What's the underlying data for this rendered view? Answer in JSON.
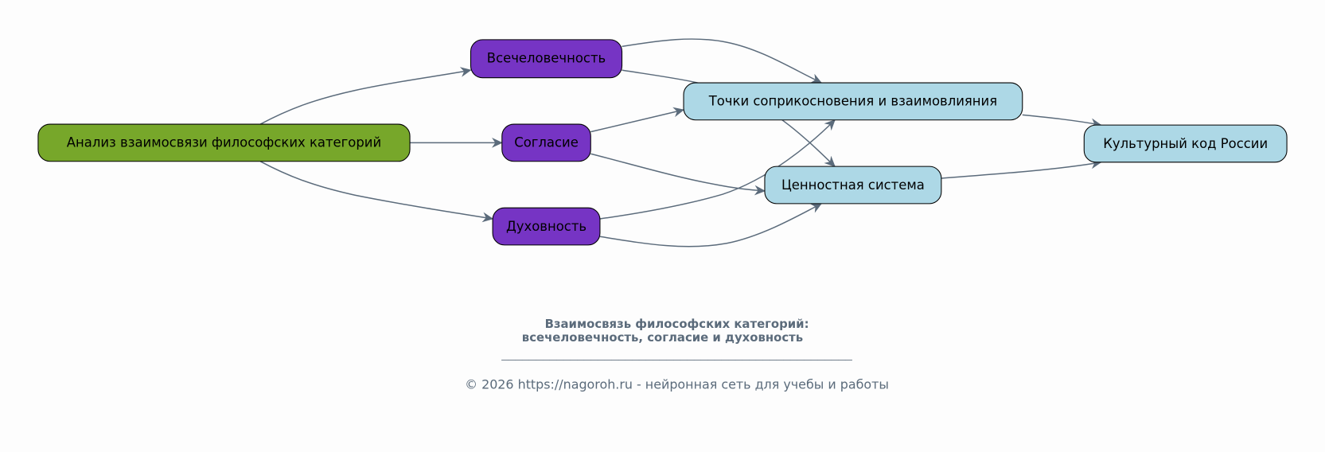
{
  "colors": {
    "root": "#77a72a",
    "category": "#7634c4",
    "result": "#add8e6",
    "edge": "#5b6b7b",
    "caption": "#5b6b7b"
  },
  "nodes": {
    "root": "Анализ взаимосвязи философских категорий",
    "vsechelovechnost": "Всечеловечность",
    "soglasie": "Согласие",
    "dukhovnost": "Духовность",
    "tochki": "Точки соприкосновения и взаимовлияния",
    "tsennostnaya": "Ценностная система",
    "kod": "Культурный код России"
  },
  "caption": {
    "title_line1": "Взаимосвязь философских категорий:",
    "title_line2": "всечеловечность, согласие и духовность",
    "separator": "___________________________________________________",
    "footer": "© 2026 https://nagoroh.ru - нейронная сеть для учебы и работы"
  }
}
